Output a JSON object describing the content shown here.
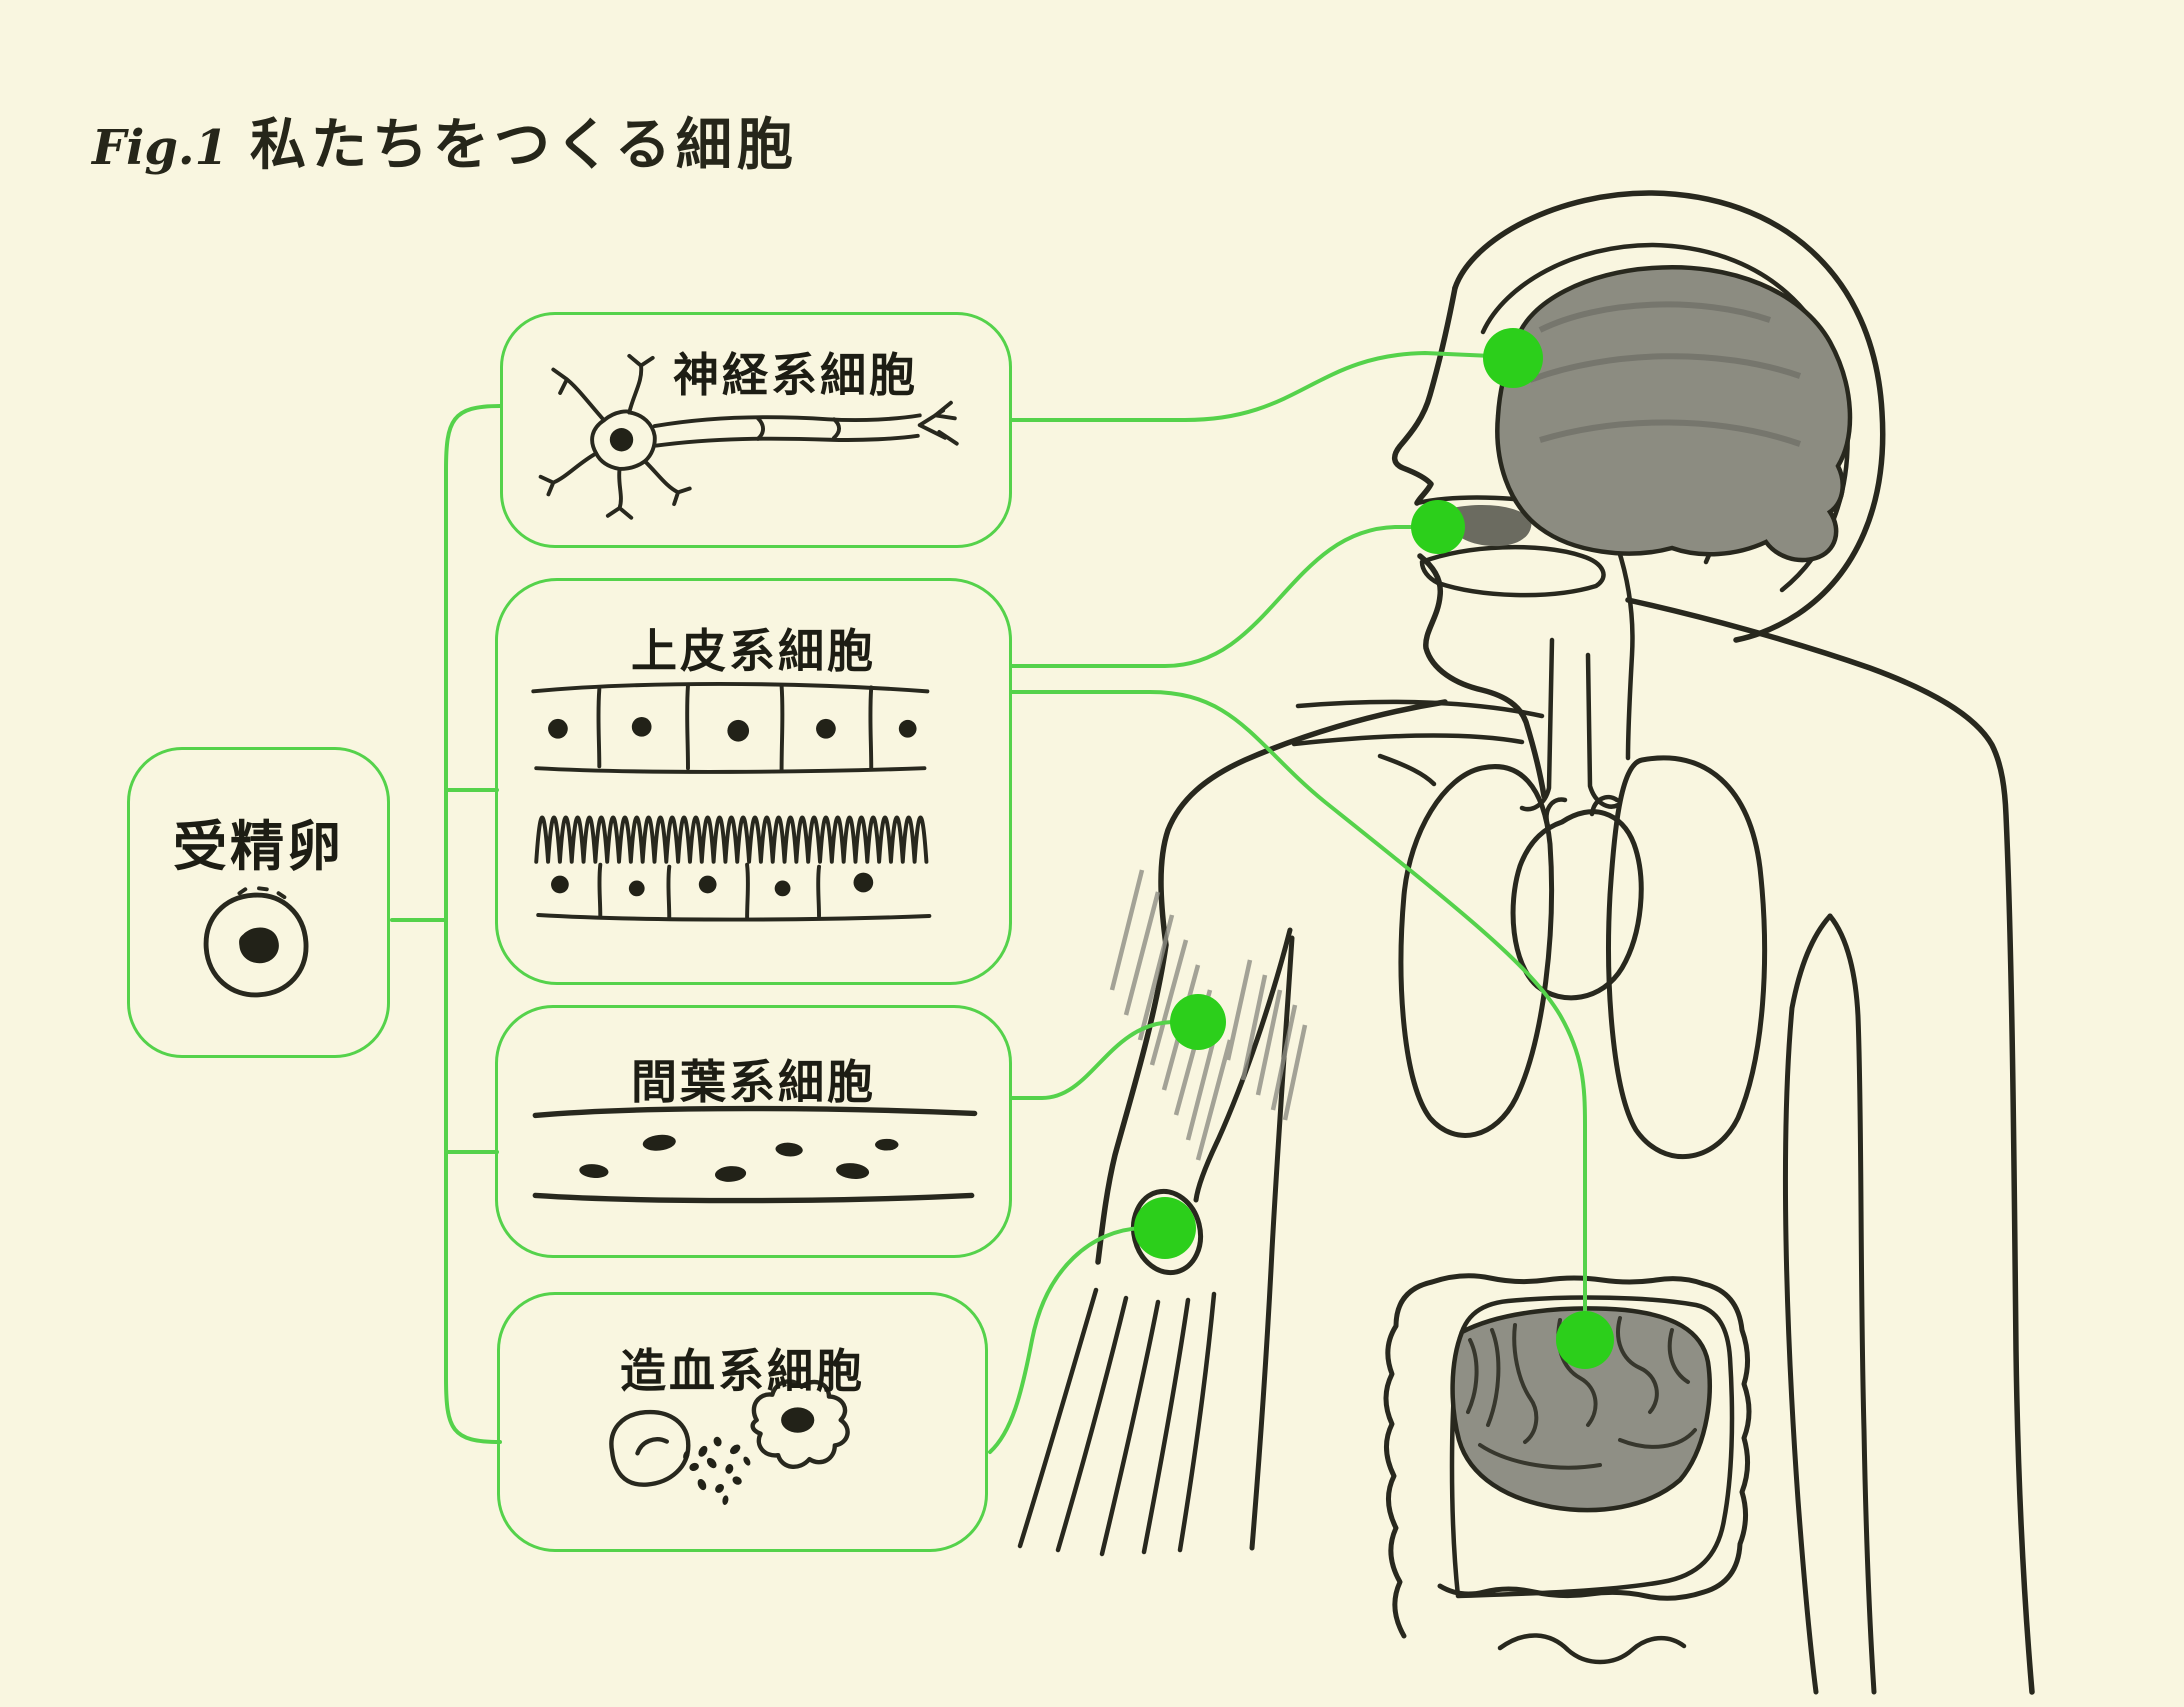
{
  "figure": {
    "fig_label": "Fig.1",
    "title": "私たちをつくる細胞"
  },
  "source_cell": {
    "label": "受精卵"
  },
  "cell_types": [
    {
      "label": "神経系細胞"
    },
    {
      "label": "上皮系細胞"
    },
    {
      "label": "間葉系細胞"
    },
    {
      "label": "造血系細胞"
    }
  ],
  "body_markers": [
    "brain-marker",
    "mouth-marker",
    "arm-muscle-marker",
    "elbow-marker",
    "intestine-marker"
  ],
  "colors": {
    "background": "#F9F6E0",
    "connector_green": "#55D24B",
    "marker_green": "#2CCF1B",
    "ink": "#28281E",
    "organ_gray": "#8C8C81"
  }
}
